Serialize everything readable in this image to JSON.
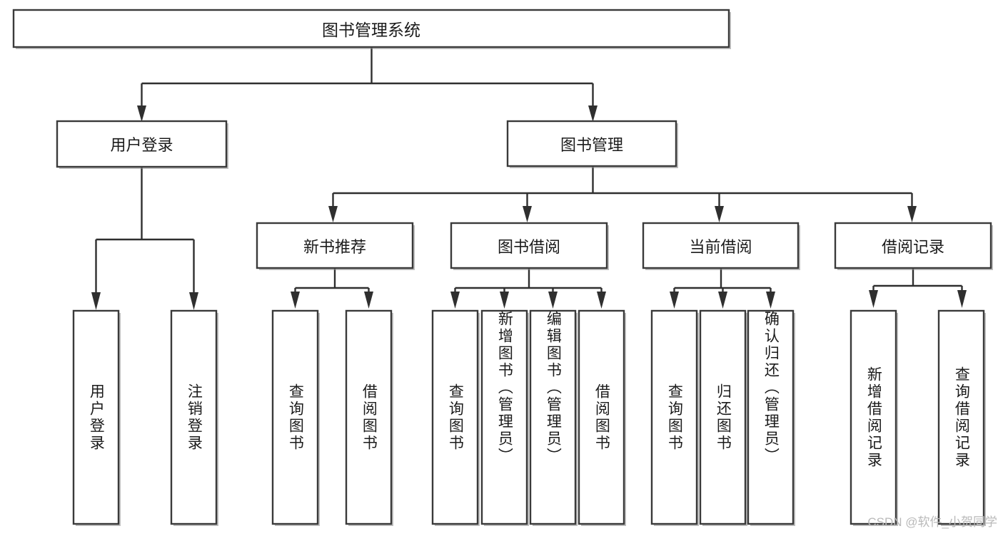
{
  "diagram": {
    "type": "tree",
    "title": "图书管理系统",
    "watermark": "CSDN @软件_小贺同学",
    "colors": {
      "box_stroke": "#3a3a3a",
      "box_fill": "#ffffff",
      "connector": "#2f2f2f",
      "text": "#1b1b1b",
      "watermark": "#b9b9b9",
      "background": "#ffffff"
    },
    "root": {
      "label": "图书管理系统"
    },
    "level1": [
      {
        "label": "用户登录"
      },
      {
        "label": "图书管理"
      }
    ],
    "level2": [
      {
        "label": "新书推荐"
      },
      {
        "label": "图书借阅"
      },
      {
        "label": "当前借阅"
      },
      {
        "label": "借阅记录"
      }
    ],
    "leaves": {
      "user_login": [
        {
          "label": "用户登录"
        },
        {
          "label": "注销登录"
        }
      ],
      "new_book_recommend": [
        {
          "label": "查询图书"
        },
        {
          "label": "借阅图书"
        }
      ],
      "book_borrow": [
        {
          "label": "查询图书"
        },
        {
          "label": "新增图书（管理员）"
        },
        {
          "label": "编辑图书（管理员）"
        },
        {
          "label": "借阅图书"
        }
      ],
      "current_borrow": [
        {
          "label": "查询图书"
        },
        {
          "label": "归还图书"
        },
        {
          "label": "确认归还（管理员）"
        }
      ],
      "borrow_record": [
        {
          "label": "新增借阅记录"
        },
        {
          "label": "查询借阅记录"
        }
      ]
    }
  }
}
